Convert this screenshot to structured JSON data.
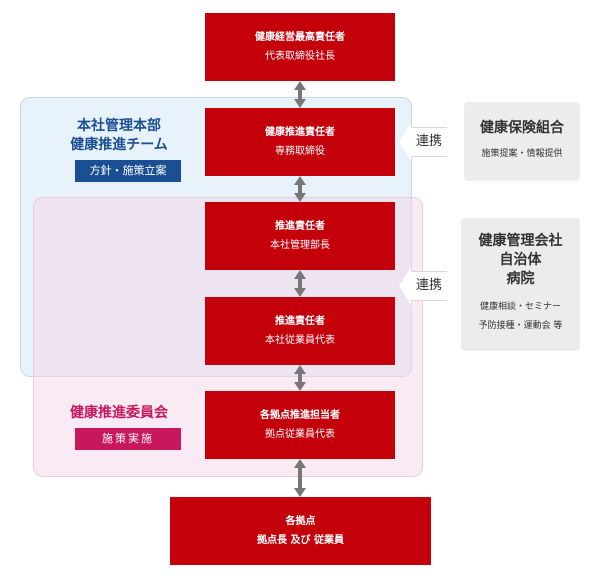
{
  "headquarters_team": {
    "title_line1": "本社管理本部",
    "title_line2": "健康推進チーム",
    "tag": "方針・施策立案"
  },
  "committee": {
    "title": "健康推進委員会",
    "tag": "施策実施"
  },
  "roles": [
    {
      "title": "健康経営最高責任者",
      "subtitle": "代表取締役社長"
    },
    {
      "title": "健康推進責任者",
      "subtitle": "専務取締役"
    },
    {
      "title": "推進責任者",
      "subtitle": "本社管理部長"
    },
    {
      "title": "推進責任者",
      "subtitle": "本社従業員代表"
    },
    {
      "title": "各拠点推進担当者",
      "subtitle": "拠点従業員代表"
    },
    {
      "title": "各拠点",
      "subtitle": "拠点長 及び 従業員"
    }
  ],
  "links": [
    {
      "label": "連携"
    },
    {
      "label": "連携"
    }
  ],
  "partners": [
    {
      "title_lines": [
        "健康保険組合"
      ],
      "sub_lines": [
        "施策提案・情報提供"
      ]
    },
    {
      "title_lines": [
        "健康管理会社",
        "自治体",
        "病院"
      ],
      "sub_lines": [
        "健康相談・セミナー",
        "予防接種・運動会 等"
      ]
    }
  ],
  "colors": {
    "role_box": "#c4000b",
    "team_accent": "#1b4f93",
    "committee_accent": "#c8175d",
    "connector": "#777777",
    "partner_box": "#ececec"
  }
}
